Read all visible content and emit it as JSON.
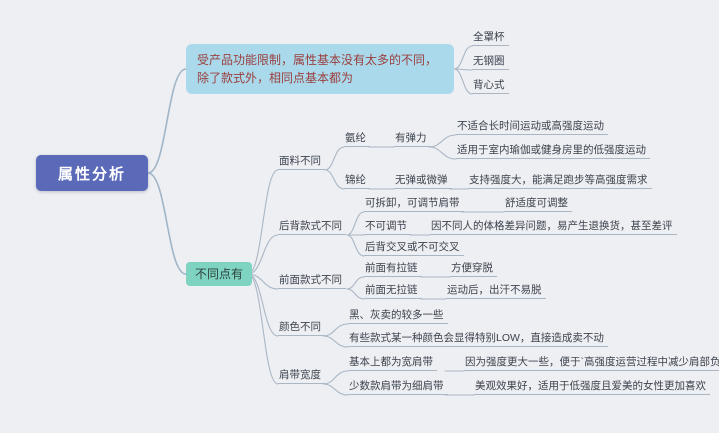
{
  "root": {
    "label": "属性分析"
  },
  "same_branch": {
    "label": "受产品功能限制，属性基本没有太多的不同，除了款式外，相同点基本都为",
    "items": [
      "全罩杯",
      "无钢圈",
      "背心式"
    ]
  },
  "diff_branch": {
    "label": "不同点有",
    "fabric": {
      "label": "面料不同",
      "spandex": "氨纶",
      "spandex_feature": "有弹力",
      "spandex_note1": "不适合长时间运动或高强度运动",
      "spandex_note2": "适用于室内瑜伽或健身房里的低强度运动",
      "nylon": "锦纶",
      "nylon_feature": "无弹或微弹",
      "nylon_note": "支持强度大，能满足跑步等高强度需求"
    },
    "back_style": {
      "label": "后背款式不同",
      "adjustable": "可拆卸，可调节肩带",
      "adjustable_note": "舒适度可调整",
      "fixed": "不可调节",
      "fixed_note": "因不同人的体格差异问题，易产生退换货，甚至差评",
      "cross": "后背交叉或不可交叉"
    },
    "front_style": {
      "label": "前面款式不同",
      "zipper": "前面有拉链",
      "zipper_note": "方便穿脱",
      "no_zipper": "前面无拉链",
      "no_zipper_note": "运动后，出汗不易脱"
    },
    "color": {
      "label": "颜色不同",
      "note1": "黑、灰卖的较多一些",
      "note2": "有些款式某一种颜色会显得特别LOW，直接造成卖不动"
    },
    "strap_width": {
      "label": "肩带宽度",
      "wide": "基本上都为宽肩带",
      "wide_note": "因为强度更大一些，便于`高强度运营过程中减少肩部负担",
      "narrow": "少数款肩带为细肩带",
      "narrow_note": "美观效果好，适用于低强度且爱美的女性更加喜欢"
    }
  },
  "colors": {
    "background": "#edeff3",
    "root_bg": "#5a69b8",
    "same_bg": "#a9d9ea",
    "same_text": "#9b3f3f",
    "diff_bg": "#7fd4c1",
    "line": "#aab6c4"
  }
}
